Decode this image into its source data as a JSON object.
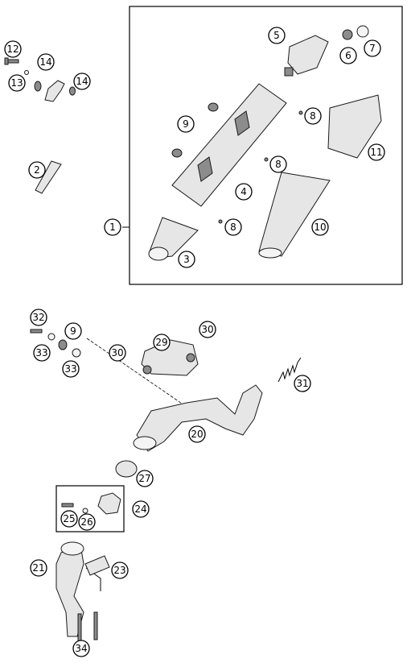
{
  "diagram": {
    "callouts": [
      {
        "num": "1"
      },
      {
        "num": "2"
      },
      {
        "num": "3"
      },
      {
        "num": "4"
      },
      {
        "num": "5"
      },
      {
        "num": "6"
      },
      {
        "num": "7"
      },
      {
        "num": "8"
      },
      {
        "num": "8"
      },
      {
        "num": "8"
      },
      {
        "num": "9"
      },
      {
        "num": "10"
      },
      {
        "num": "11"
      },
      {
        "num": "12"
      },
      {
        "num": "13"
      },
      {
        "num": "14"
      },
      {
        "num": "14"
      },
      {
        "num": "32"
      },
      {
        "num": "9"
      },
      {
        "num": "33"
      },
      {
        "num": "33"
      },
      {
        "num": "29"
      },
      {
        "num": "30"
      },
      {
        "num": "30"
      },
      {
        "num": "31"
      },
      {
        "num": "20"
      },
      {
        "num": "27"
      },
      {
        "num": "24"
      },
      {
        "num": "25"
      },
      {
        "num": "26"
      },
      {
        "num": "21"
      },
      {
        "num": "23"
      },
      {
        "num": "34"
      }
    ]
  }
}
